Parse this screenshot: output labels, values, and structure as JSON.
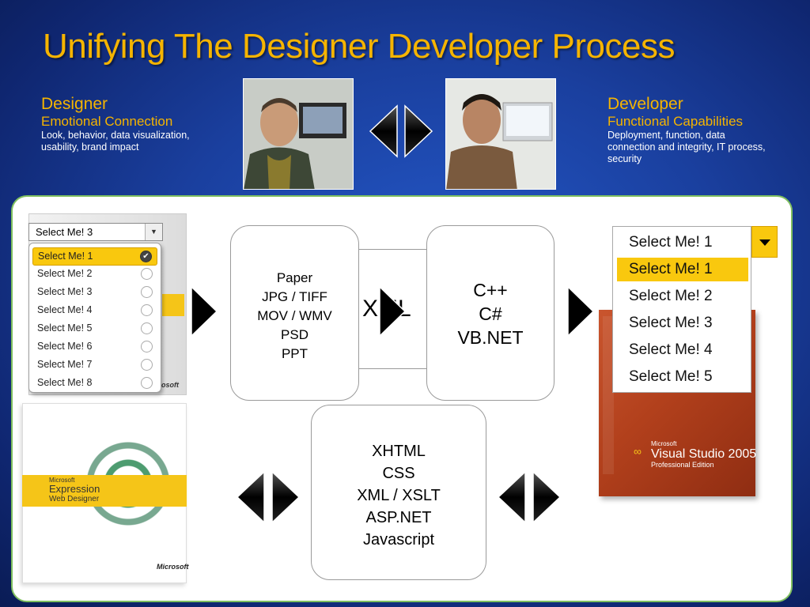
{
  "slide": {
    "title": "Unifying The Designer Developer Process"
  },
  "designer": {
    "title": "Designer",
    "subtitle": "Emotional Connection",
    "desc_line1": "Look, behavior, data visualization,",
    "desc_line2": "usability, brand impact"
  },
  "developer": {
    "title": "Developer",
    "subtitle": "Functional Capabilities",
    "desc_line1": "Deployment, function, data",
    "desc_line2": "connection and integrity, IT process,",
    "desc_line3": "security"
  },
  "boxes": {
    "xml": "XML",
    "paper": [
      "Paper",
      "JPG / TIFF",
      "MOV / WMV",
      "PSD",
      "PPT"
    ],
    "code": [
      "C++",
      "C#",
      "VB.NET"
    ],
    "web": [
      "XHTML",
      "CSS",
      "XML / XSLT",
      "ASP.NET",
      "Javascript"
    ]
  },
  "left_dropdown": {
    "selected": "Select Me! 3",
    "items": [
      "Select Me! 1",
      "Select Me! 2",
      "Select Me! 3",
      "Select Me! 4",
      "Select Me! 5",
      "Select Me! 6",
      "Select Me! 7",
      "Select Me! 8"
    ],
    "ms_label": "osoft"
  },
  "expression_box": {
    "line1": "Microsoft",
    "line2": "Expression",
    "line3": "Web Designer",
    "ms_label": "Microsoft"
  },
  "vs_box": {
    "line1": "Microsoft",
    "line2": "Visual Studio 2005",
    "line3": "Professional Edition"
  },
  "right_dropdown": {
    "header": "Select Me! 1",
    "items": [
      "Select Me! 1",
      "Select Me! 2",
      "Select Me! 3",
      "Select Me! 4",
      "Select Me! 5"
    ]
  },
  "colors": {
    "title": "#f5b400",
    "background": "#1a3f9e",
    "highlight": "#f9c80e"
  }
}
